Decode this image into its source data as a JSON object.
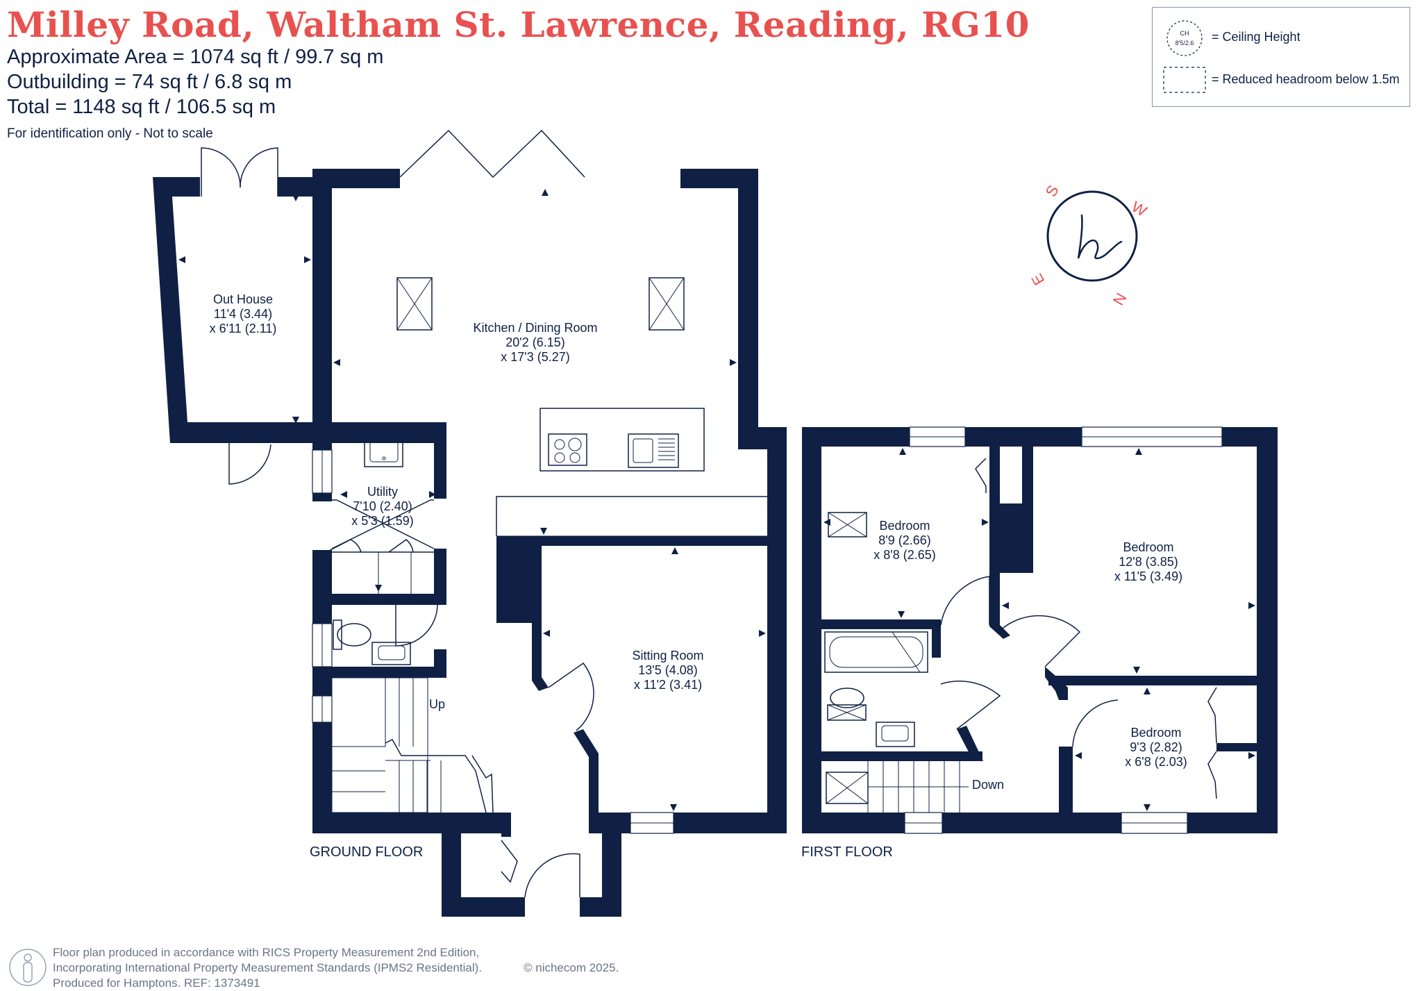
{
  "header": {
    "title": "Milley Road, Waltham St. Lawrence, Reading, RG10",
    "approx_area": "Approximate Area = 1074 sq ft / 99.7 sq m",
    "outbuilding": "Outbuilding = 74 sq ft / 6.8 sq m",
    "total": "Total = 1148 sq ft / 106.5 sq m",
    "note": "For identification only - Not to scale"
  },
  "legend": {
    "ch_symbol_top": "CH",
    "ch_symbol_bottom": "8'5/2.6",
    "ceiling_height": "= Ceiling Height",
    "reduced_headroom": "= Reduced headroom below 1.5m"
  },
  "compass": {
    "north": "N",
    "south": "S",
    "east": "E",
    "west": "W",
    "logo": "h"
  },
  "rooms": {
    "out_house": {
      "name": "Out House",
      "dim1": "11'4 (3.44)",
      "dim2": "x 6'11 (2.11)"
    },
    "kitchen": {
      "name": "Kitchen / Dining Room",
      "dim1": "20'2 (6.15)",
      "dim2": "x 17'3 (5.27)"
    },
    "utility": {
      "name": "Utility",
      "dim1": "7'10 (2.40)",
      "dim2": "x 5'3 (1.59)"
    },
    "sitting": {
      "name": "Sitting Room",
      "dim1": "13'5 (4.08)",
      "dim2": "x 11'2 (3.41)"
    },
    "bedroom1": {
      "name": "Bedroom",
      "dim1": "8'9 (2.66)",
      "dim2": "x 8'8 (2.65)"
    },
    "bedroom2": {
      "name": "Bedroom",
      "dim1": "12'8 (3.85)",
      "dim2": "x 11'5 (3.49)"
    },
    "bedroom3": {
      "name": "Bedroom",
      "dim1": "9'3 (2.82)",
      "dim2": "x 6'8 (2.03)"
    }
  },
  "labels": {
    "up": "Up",
    "down": "Down",
    "ground_floor": "GROUND FLOOR",
    "first_floor": "FIRST FLOOR"
  },
  "footer": {
    "line1": "Floor plan produced in accordance with RICS Property Measurement 2nd Edition,",
    "line2": "Incorporating International Property Measurement Standards (IPMS2 Residential).",
    "copyright": "© nichecom 2025.",
    "line3": "Produced for Hamptons.   REF:    1373491"
  },
  "colors": {
    "wall": "#0f2044",
    "accent": "#e8514f",
    "footer_text": "#6b7488"
  }
}
